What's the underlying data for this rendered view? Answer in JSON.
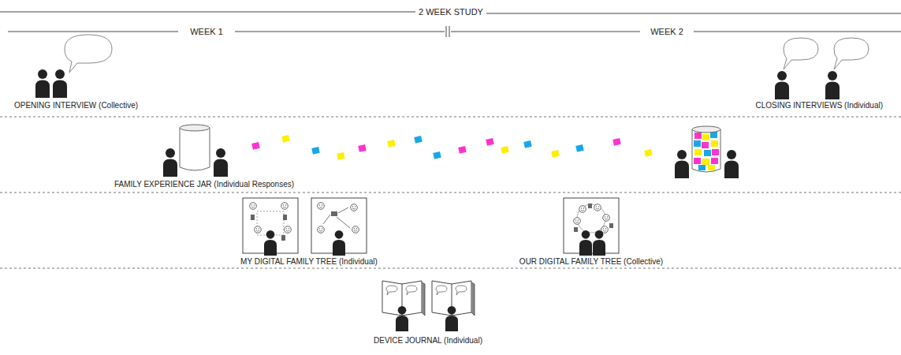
{
  "diagram": {
    "title": "2 WEEK STUDY",
    "labels": [
      "WEEK 1",
      "WEEK 2",
      "OPENING INTERVIEW (Collective)",
      "CLOSING INTERVIEWS (Individual)",
      "FAMILY EXPERIENCE JAR (Individual Responses)",
      "MY DIGITAL FAMILY TREE (Individual)",
      "OUR DIGITAL FAMILY TREE (Collective)",
      "DEVICE JOURNAL (Individual)"
    ]
  }
}
